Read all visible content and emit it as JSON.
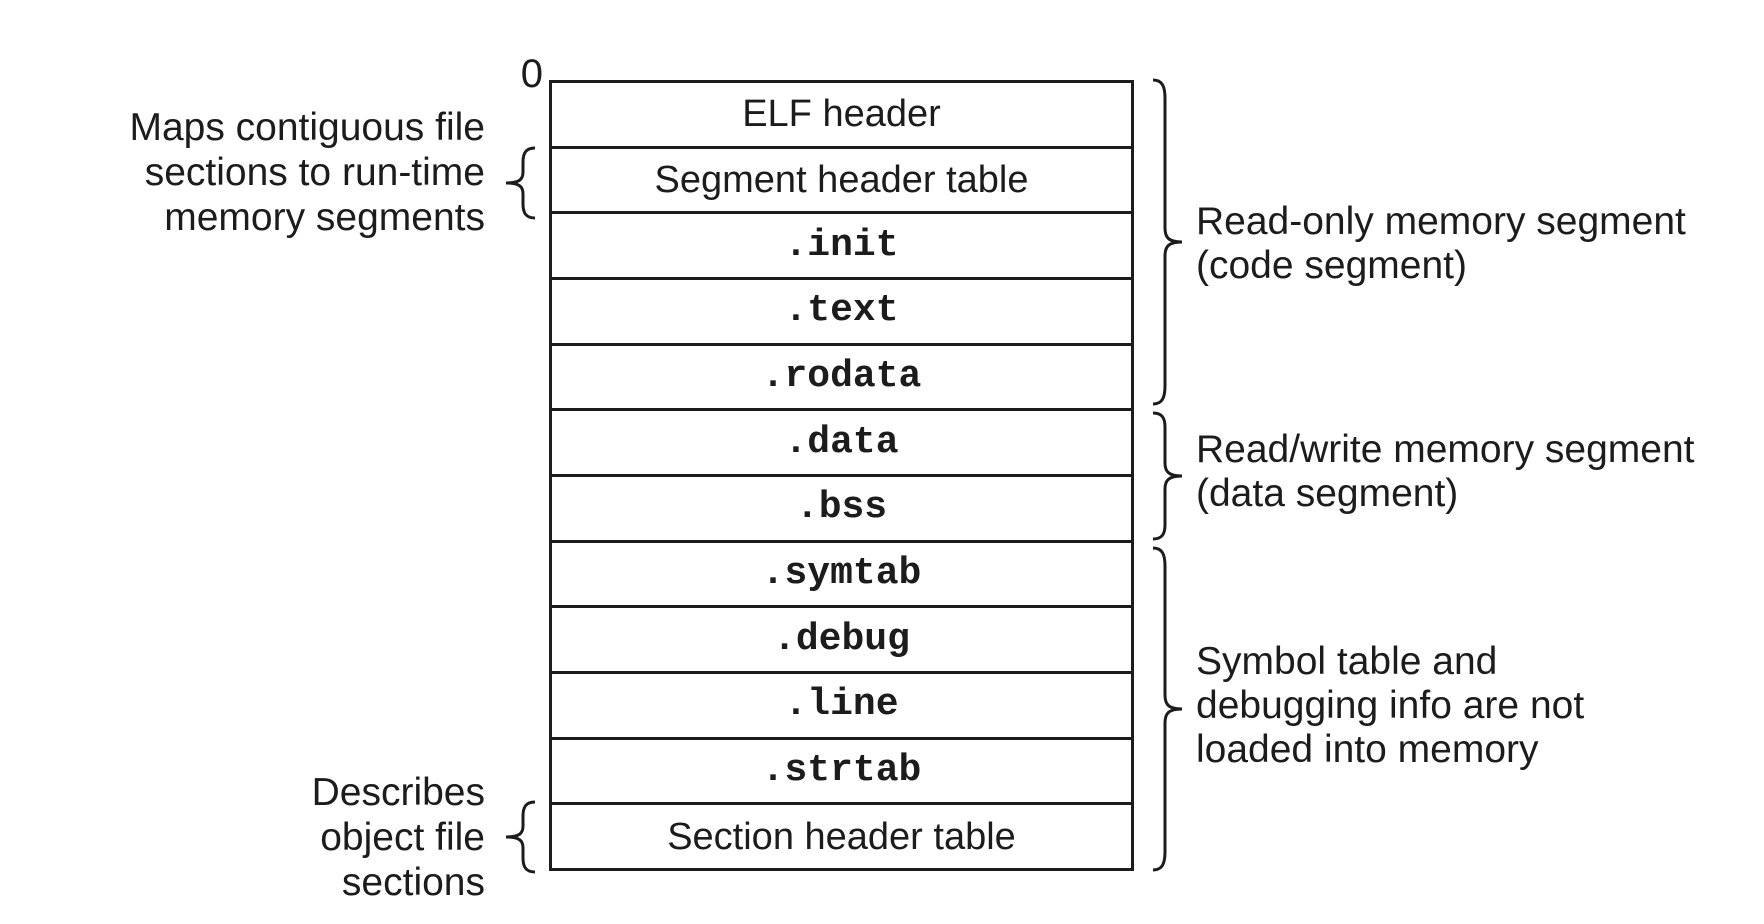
{
  "figure": {
    "background": "#ffffff",
    "ink_color": "#1c1c1c",
    "offset_label": "0",
    "file_box": {
      "rows": [
        {
          "label": "ELF header",
          "style": "sans"
        },
        {
          "label": "Segment header table",
          "style": "sans"
        },
        {
          "label": ".init",
          "style": "mono"
        },
        {
          "label": ".text",
          "style": "mono"
        },
        {
          "label": ".rodata",
          "style": "mono"
        },
        {
          "label": ".data",
          "style": "mono"
        },
        {
          "label": ".bss",
          "style": "mono"
        },
        {
          "label": ".symtab",
          "style": "mono"
        },
        {
          "label": ".debug",
          "style": "mono"
        },
        {
          "label": ".line",
          "style": "mono"
        },
        {
          "label": ".strtab",
          "style": "mono"
        },
        {
          "label": "Section header table",
          "style": "sans"
        }
      ]
    },
    "left_annotations": [
      {
        "lines": [
          "Maps contiguous file",
          "sections to run-time",
          "memory segments"
        ],
        "points_to": "Segment header table"
      },
      {
        "lines": [
          "Describes",
          "object file",
          "sections"
        ],
        "points_to": "Section header table"
      }
    ],
    "right_annotations": [
      {
        "lines": [
          "Read-only memory segment",
          "(code segment)"
        ],
        "spans": "ELF header through .rodata"
      },
      {
        "lines": [
          "Read/write memory segment",
          "(data segment)"
        ],
        "spans": ".data through .bss"
      },
      {
        "lines": [
          "Symbol table and",
          "debugging info are not",
          "loaded into memory"
        ],
        "spans": ".symtab through Section header table"
      }
    ]
  }
}
